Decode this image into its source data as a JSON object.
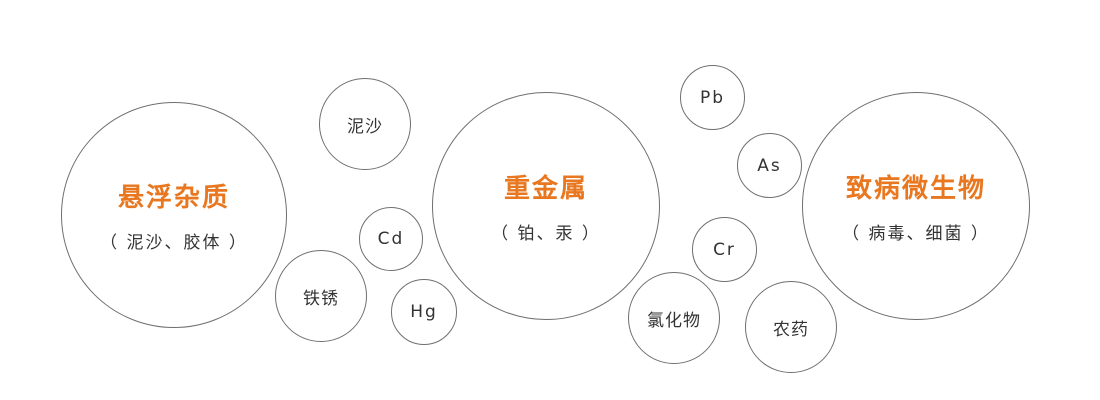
{
  "main_categories": [
    {
      "title": "悬浮杂质",
      "subtitle": "（ 泥沙、胶体 ）"
    },
    {
      "title": "重金属",
      "subtitle": "（ 铂、汞 ）"
    },
    {
      "title": "致病微生物",
      "subtitle": "（ 病毒、细菌 ）"
    }
  ],
  "small_items": {
    "sand": "泥沙",
    "cd": "Cd",
    "rust": "铁锈",
    "hg": "Hg",
    "pb": "Pb",
    "as": "As",
    "cr": "Cr",
    "chloride": "氯化物",
    "pesticide": "农药"
  },
  "colors": {
    "accent": "#e8771f",
    "text": "#333333",
    "circle_stroke": "#6f6f6f"
  }
}
